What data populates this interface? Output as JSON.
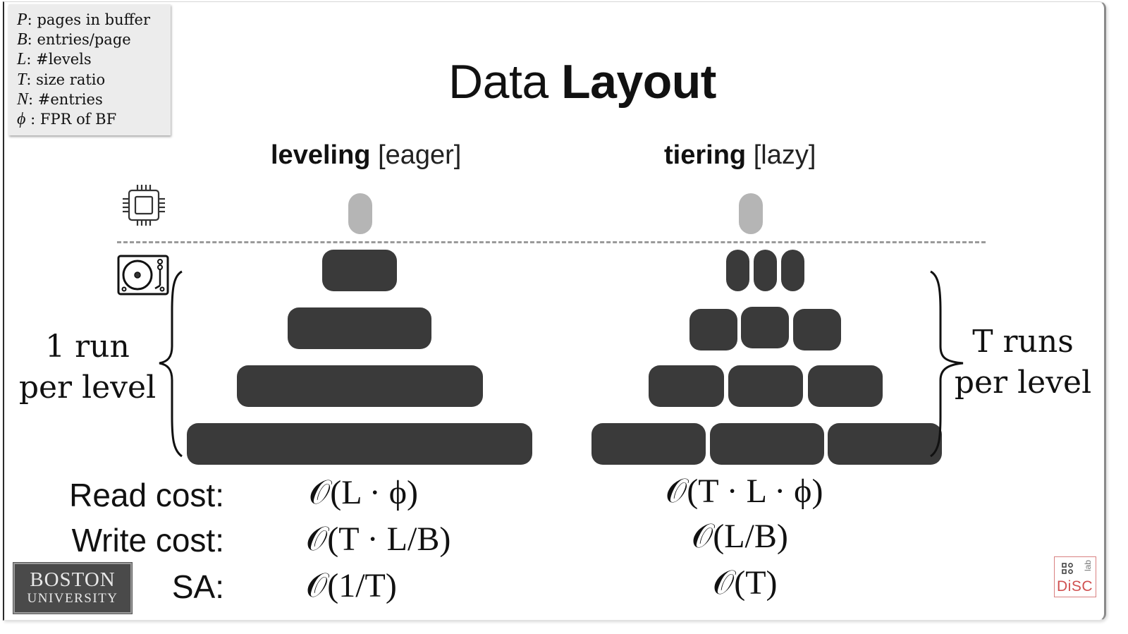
{
  "slide": {
    "title_regular": "Data",
    "title_bold": "Layout",
    "legend": [
      {
        "symbol": "P",
        "sep": ":",
        "text": "pages in buffer"
      },
      {
        "symbol": "B",
        "sep": ":",
        "text": "entries/page"
      },
      {
        "symbol": "L",
        "sep": ":",
        "text": "#levels"
      },
      {
        "symbol": "T",
        "sep": ":",
        "text": "size ratio"
      },
      {
        "symbol": "N",
        "sep": ":",
        "text": "#entries"
      },
      {
        "symbol": "ϕ",
        "sep": " :",
        "text": "FPR of BF"
      }
    ],
    "icons": {
      "memory": "cpu-chip-icon",
      "disk": "turntable-disk-icon"
    },
    "columns": [
      {
        "name_bold": "leveling",
        "name_note": "[eager]",
        "runs_per_level": 1,
        "levels": 4,
        "costs": {
          "read": "𝒪(L · ϕ)",
          "write": "𝒪(T · L/B)",
          "sa": "𝒪(1/T)"
        }
      },
      {
        "name_bold": "tiering",
        "name_note": "[lazy]",
        "runs_per_level": 3,
        "levels": 4,
        "costs": {
          "read": "𝒪(T · L · ϕ)",
          "write": "𝒪(L/B)",
          "sa": "𝒪(T)"
        }
      }
    ],
    "left_brace_label": [
      "1 run",
      "per level"
    ],
    "right_brace_label": [
      "T runs",
      "per level"
    ],
    "cost_labels": {
      "read": "Read cost:",
      "write": "Write cost:",
      "sa": "SA:"
    },
    "logos": {
      "bu_line1": "BOSTON",
      "bu_line2": "UNIVERSITY",
      "disc": "DiSC",
      "disc_lab": "lab"
    },
    "colors": {
      "run_fill": "#3a3a3a",
      "buffer_fill": "#b5b5b5",
      "dash_line": "#9a9a9a",
      "legend_bg": "#ececec",
      "disc_accent": "#d05050"
    }
  }
}
